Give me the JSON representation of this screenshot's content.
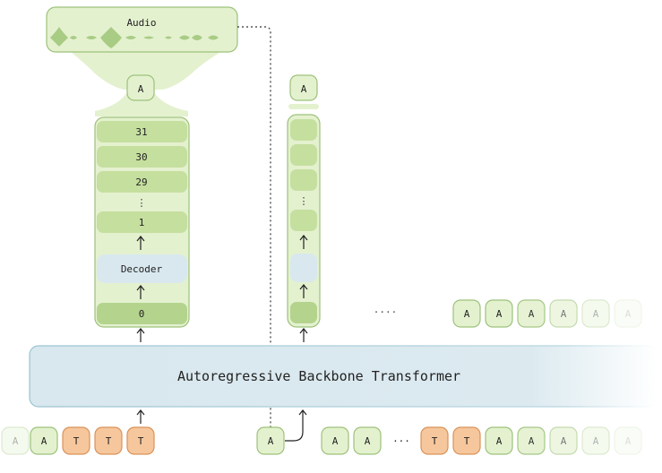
{
  "audio": {
    "label": "Audio"
  },
  "decoder_column": {
    "top_token": "A",
    "codebooks": [
      "31",
      "30",
      "29",
      "⋮",
      "1"
    ],
    "decoder_label": "Decoder",
    "base_codebook": "0"
  },
  "second_column": {
    "top_token": "A",
    "dots": "⋮"
  },
  "ellipsis": "····",
  "backbone": {
    "label": "Autoregressive Backbone Transformer"
  },
  "output_tokens": [
    "A",
    "A",
    "A",
    "A",
    "A",
    "A"
  ],
  "input_sequence_left": [
    "A",
    "A",
    "T",
    "T",
    "T"
  ],
  "input_sequence_mid": [
    "A"
  ],
  "input_sequence_right": [
    "A",
    "A",
    "···",
    "T",
    "T",
    "A",
    "A",
    "A",
    "A",
    "A"
  ],
  "colors": {
    "green_fill": "#d8eab8",
    "green_border": "#9cc27a",
    "green_dark": "#b4d48e",
    "blue_fill": "#d8e8ee",
    "blue_border": "#9cc4d2",
    "orange_fill": "#f6c79c",
    "orange_border": "#d9925a",
    "token_green": "#e4f1cf"
  }
}
